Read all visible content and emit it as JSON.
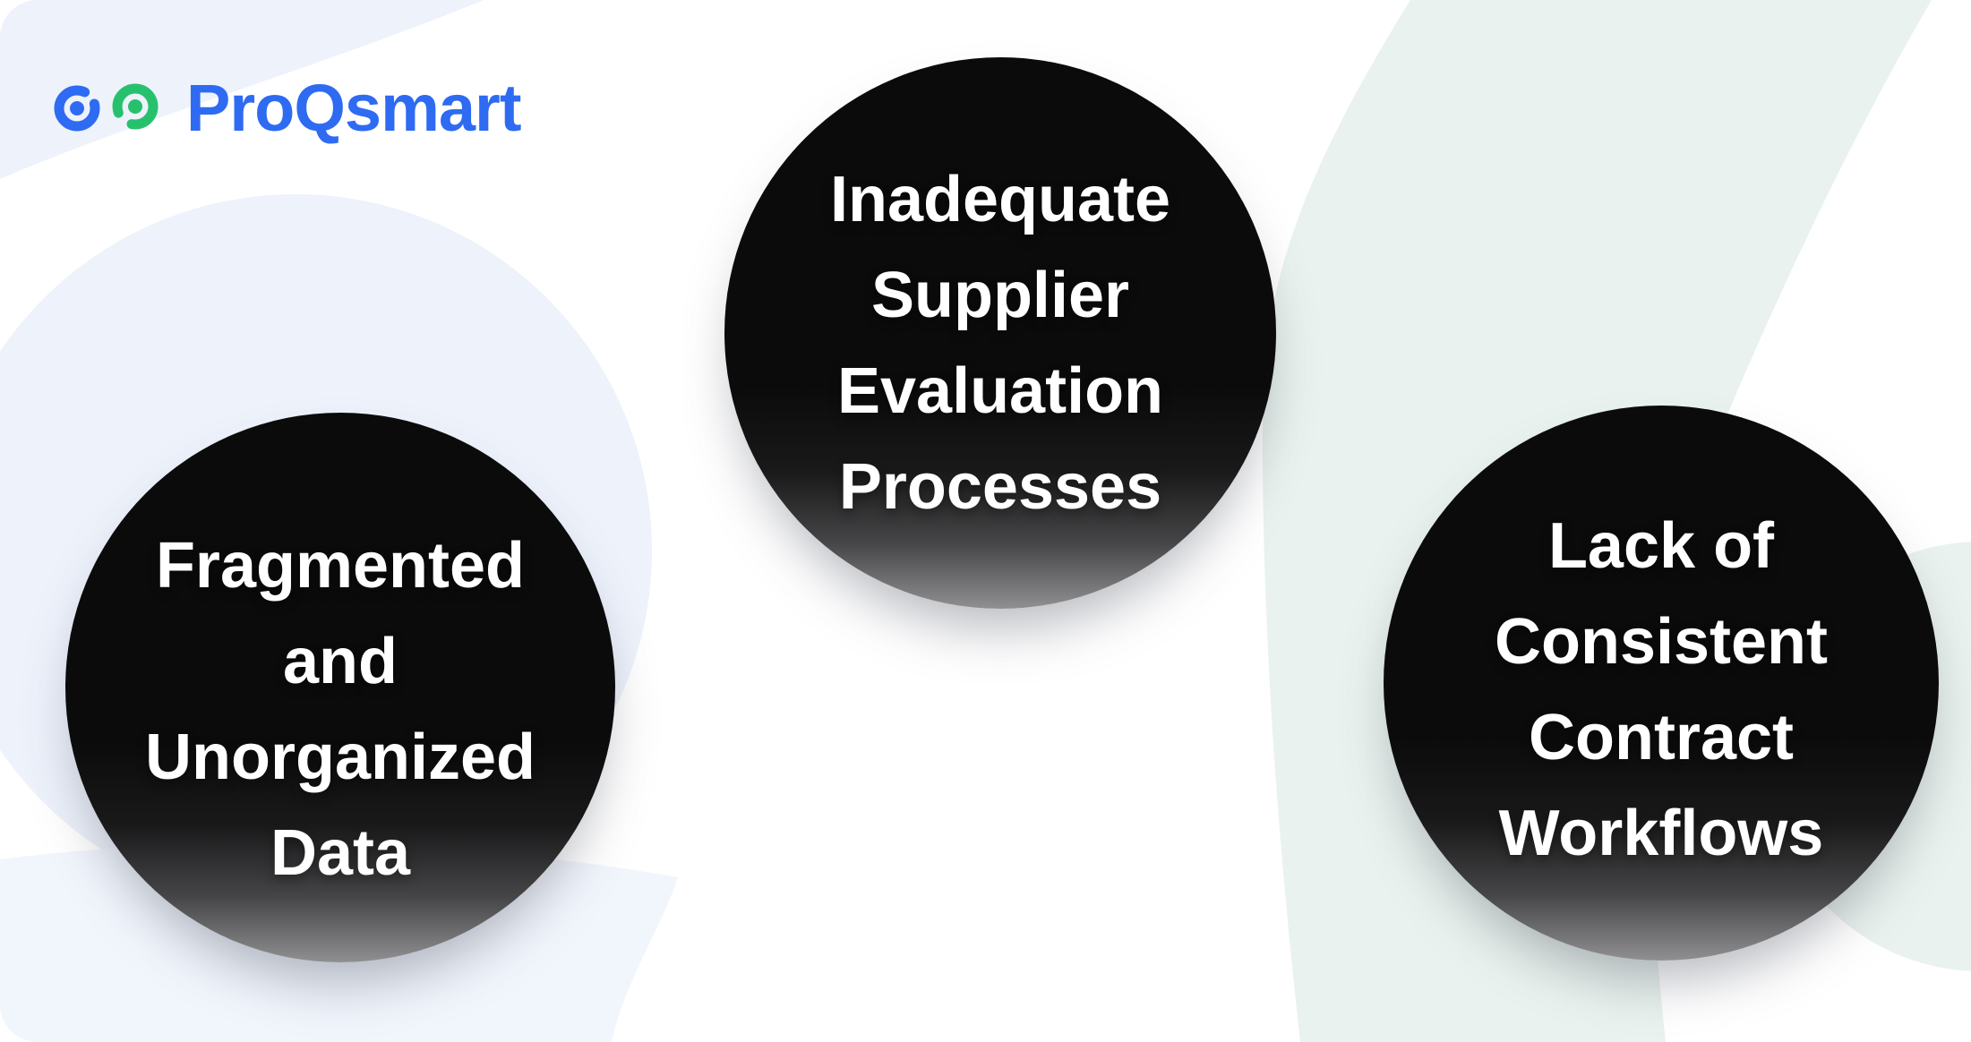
{
  "brand": {
    "name": "ProQsmart",
    "logo_icon": "proqsmart-mark"
  },
  "colors": {
    "logo_blue": "#2e6bf2",
    "logo_green": "#27c16d",
    "swirl_blue": "#edf2fb",
    "swirl_blue_faint": "#f1f5fc",
    "swirl_mint": "#e9f2ee",
    "circle_black": "#0b0b0c",
    "circle_fade_bottom": "#8f8f91",
    "text_white": "#ffffff",
    "card_background": "#ffffff"
  },
  "circles": [
    {
      "id": "fragmented-unorganized-data",
      "lines": [
        "Fragmented",
        "and",
        "Unorganized",
        "Data"
      ]
    },
    {
      "id": "inadequate-supplier-evaluation",
      "lines": [
        "Inadequate",
        "Supplier",
        "Evaluation",
        "Processes"
      ]
    },
    {
      "id": "lack-consistent-contract-workflows",
      "lines": [
        "Lack of",
        "Consistent",
        "Contract",
        "Workflows"
      ]
    }
  ]
}
